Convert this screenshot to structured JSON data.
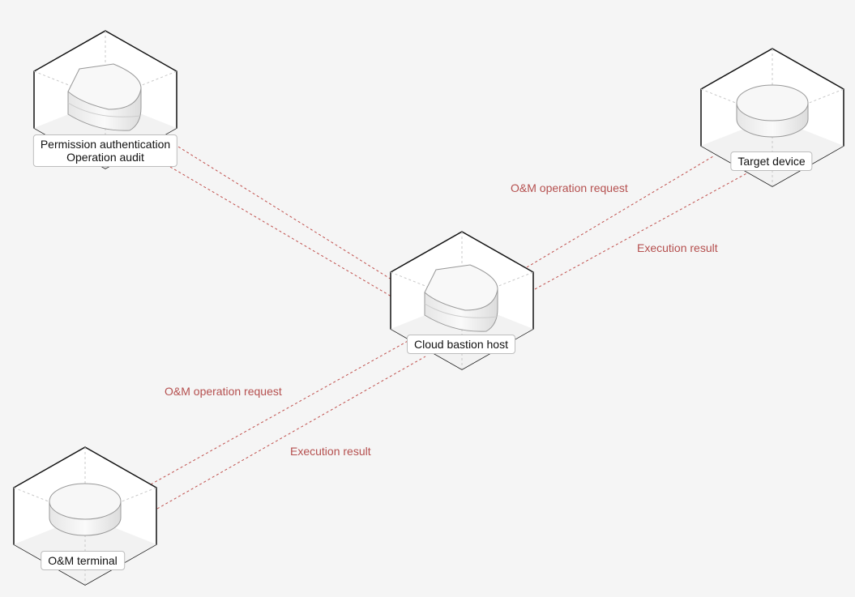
{
  "nodes": {
    "audit": {
      "line1": "Permission authentication",
      "line2": "Operation audit",
      "shape": "shield"
    },
    "target": {
      "label": "Target device",
      "shape": "disc"
    },
    "bastion": {
      "label": "Cloud bastion host",
      "shape": "shield"
    },
    "terminal": {
      "label": "O&M terminal",
      "shape": "disc"
    }
  },
  "flows": {
    "upper_request": "O&M operation request",
    "upper_result": "Execution result",
    "lower_request": "O&M operation request",
    "lower_result": "Execution result"
  },
  "colors": {
    "flow_line": "#c0504d",
    "flow_text": "#b5504f",
    "background": "#f5f5f5"
  }
}
